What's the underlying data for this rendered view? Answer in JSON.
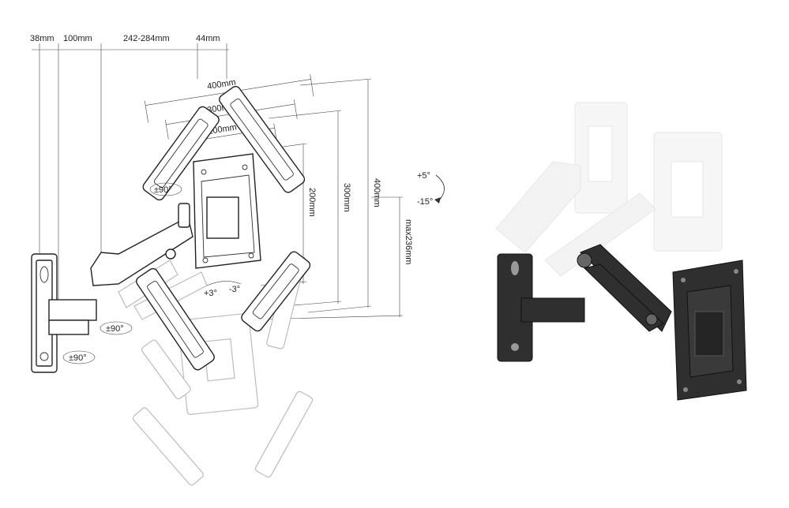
{
  "top_dimensions": {
    "wall_depth": "38mm",
    "arm_one": "100mm",
    "arm_two": "242-284mm",
    "head_depth": "44mm"
  },
  "vesa_widths": {
    "w400": "400mm",
    "w300": "300mm",
    "w200": "200mm"
  },
  "vesa_heights": {
    "h200": "200mm",
    "h300": "300mm",
    "h400": "400mm"
  },
  "height_adjust": "max236mm",
  "tilt": {
    "up": "+5°",
    "down": "-15°"
  },
  "rotation": {
    "head_swivel": "±90°",
    "arm_swivel": "±90°",
    "wall_swivel": "±90°",
    "level_plus": "+3°",
    "level_minus": "-3°"
  }
}
